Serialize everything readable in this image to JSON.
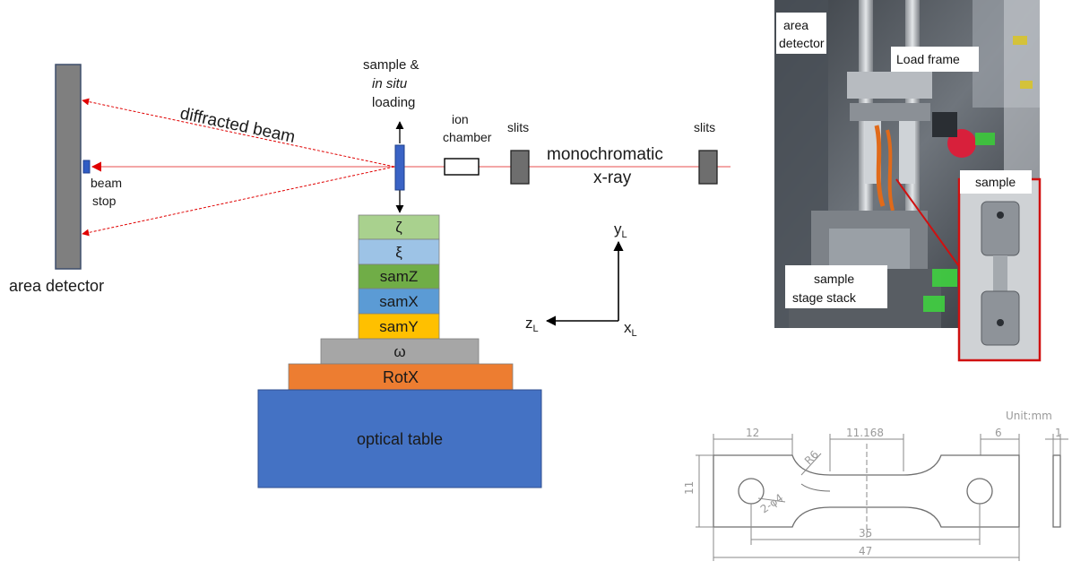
{
  "labels": {
    "area_detector": "area detector",
    "beam_stop_1": "beam",
    "beam_stop_2": "stop",
    "diffracted_beam": "diffracted beam",
    "sample_loading_1": "sample &",
    "sample_loading_2": "in situ",
    "sample_loading_3": "loading",
    "ion_chamber_1": "ion",
    "ion_chamber_2": "chamber",
    "slits_1": "slits",
    "slits_2": "slits",
    "mono_1": "monochromatic",
    "mono_2": "x-ray"
  },
  "stage_stack": [
    "ζ",
    "ξ",
    "samZ",
    "samX",
    "samY",
    "ω",
    "RotX"
  ],
  "optical_table": "optical table",
  "stage_colors": [
    "#a9d18e",
    "#9dc3e6",
    "#70ad47",
    "#5b9bd5",
    "#ffc000",
    "#a6a6a6",
    "#ed7d31"
  ],
  "table_color": "#4472c4",
  "axes": {
    "y": "y",
    "y_sub": "L",
    "z": "z",
    "z_sub": "L",
    "x": "x",
    "x_sub": "L"
  },
  "photo": {
    "area_detector_1": "area",
    "area_detector_2": "detector",
    "load_frame": "Load frame",
    "sample": "sample",
    "stage_stack_1": "sample",
    "stage_stack_2": "stage stack"
  },
  "drawing": {
    "unit": "Unit:mm",
    "dim_12": "12",
    "dim_11168": "11.168",
    "dim_6": "6",
    "dim_1": "1",
    "dim_r6": "R6",
    "dim_11": "11",
    "dim_hole": "2-φ4",
    "dim_35": "35",
    "dim_47": "47"
  }
}
